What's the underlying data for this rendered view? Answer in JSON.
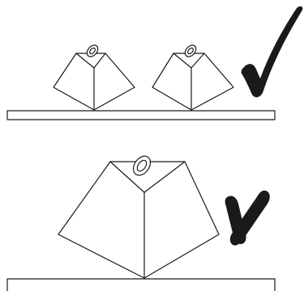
{
  "colors": {
    "ink": "#1a1a1a",
    "background": "#ffffff"
  },
  "panels": [
    {
      "id": "correct",
      "verdict_icon": "check-mark-icon",
      "weights_on_shelf": 2,
      "weight_size": "small"
    },
    {
      "id": "incorrect",
      "verdict_icon": "cross-mark-icon",
      "weights_on_shelf": 1,
      "weight_size": "large"
    }
  ]
}
